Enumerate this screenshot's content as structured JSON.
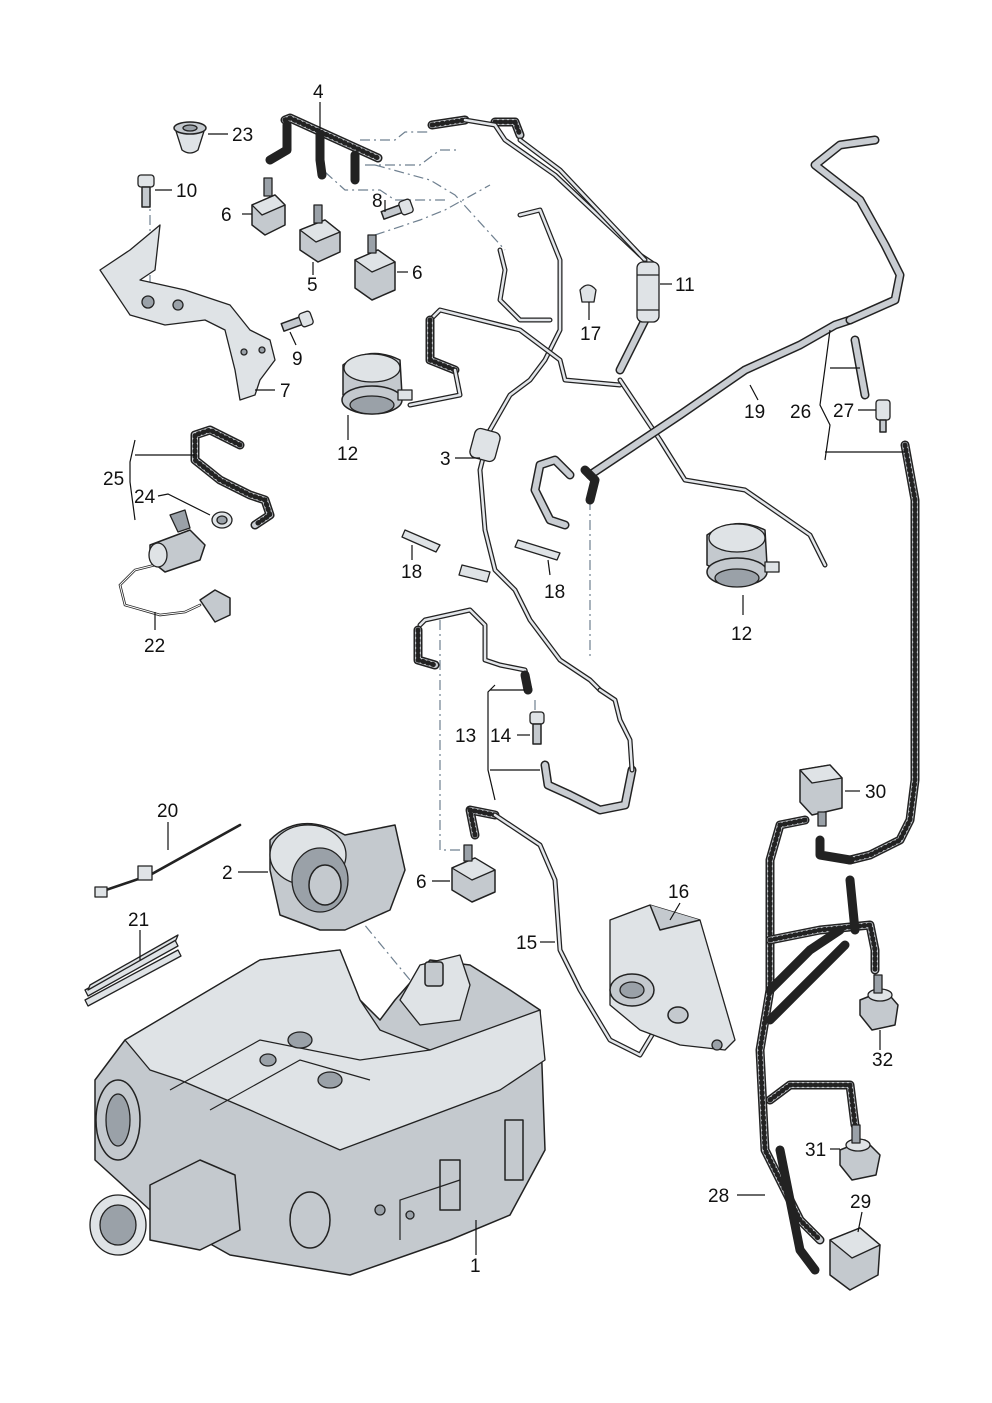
{
  "diagram": {
    "callouts": [
      {
        "id": "c4",
        "label": "4"
      },
      {
        "id": "c23",
        "label": "23"
      },
      {
        "id": "c10",
        "label": "10"
      },
      {
        "id": "c8",
        "label": "8"
      },
      {
        "id": "c6a",
        "label": "6"
      },
      {
        "id": "c6b",
        "label": "6"
      },
      {
        "id": "c5",
        "label": "5"
      },
      {
        "id": "c11",
        "label": "11"
      },
      {
        "id": "c17",
        "label": "17"
      },
      {
        "id": "c9",
        "label": "9"
      },
      {
        "id": "c7",
        "label": "7"
      },
      {
        "id": "c12a",
        "label": "12"
      },
      {
        "id": "c3",
        "label": "3"
      },
      {
        "id": "c19",
        "label": "19"
      },
      {
        "id": "c26",
        "label": "26"
      },
      {
        "id": "c27",
        "label": "27"
      },
      {
        "id": "c25",
        "label": "25"
      },
      {
        "id": "c24",
        "label": "24"
      },
      {
        "id": "c18a",
        "label": "18"
      },
      {
        "id": "c18b",
        "label": "18"
      },
      {
        "id": "c12b",
        "label": "12"
      },
      {
        "id": "c22",
        "label": "22"
      },
      {
        "id": "c13",
        "label": "13"
      },
      {
        "id": "c14",
        "label": "14"
      },
      {
        "id": "c30",
        "label": "30"
      },
      {
        "id": "c20",
        "label": "20"
      },
      {
        "id": "c2",
        "label": "2"
      },
      {
        "id": "c6c",
        "label": "6"
      },
      {
        "id": "c16",
        "label": "16"
      },
      {
        "id": "c21",
        "label": "21"
      },
      {
        "id": "c15",
        "label": "15"
      },
      {
        "id": "c32",
        "label": "32"
      },
      {
        "id": "c31",
        "label": "31"
      },
      {
        "id": "c28",
        "label": "28"
      },
      {
        "id": "c29",
        "label": "29"
      },
      {
        "id": "c1",
        "label": "1"
      }
    ]
  }
}
